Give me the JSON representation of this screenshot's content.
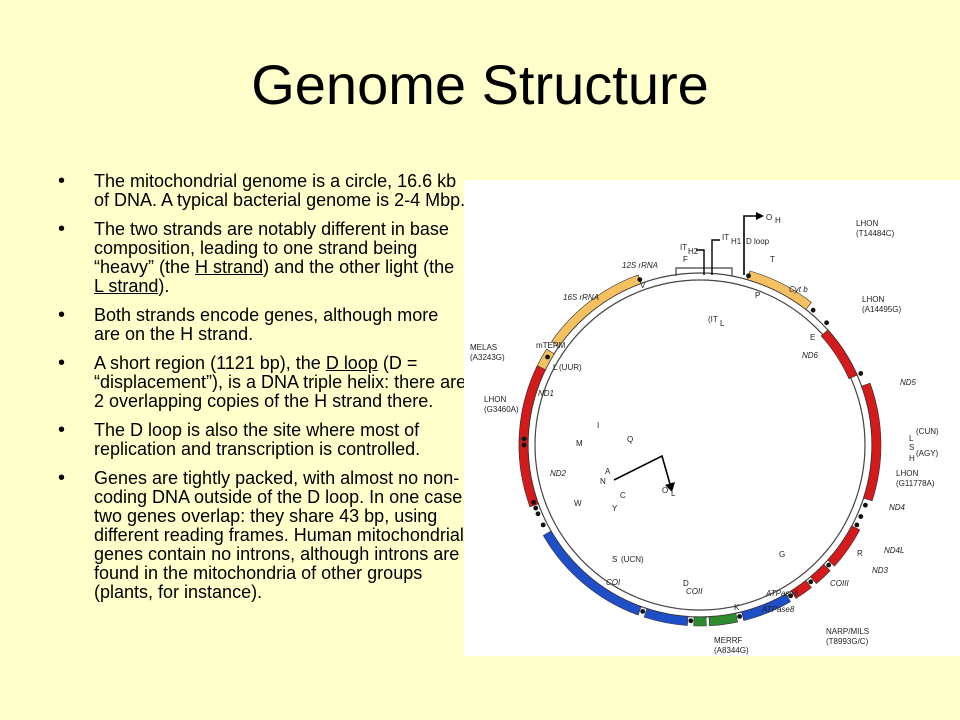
{
  "title": "Genome Structure",
  "bullets": [
    {
      "parts": [
        {
          "t": "The mitochondrial genome is a circle, 16.6 kb of DNA.  A typical bacterial genome is 2-4 Mbp."
        }
      ]
    },
    {
      "parts": [
        {
          "t": "The two strands are notably different in base composition, leading to one strand being “heavy” (the "
        },
        {
          "t": "H strand",
          "u": true
        },
        {
          "t": ") and the other light (the "
        },
        {
          "t": "L strand",
          "u": true
        },
        {
          "t": ")."
        }
      ]
    },
    {
      "parts": [
        {
          "t": "Both strands encode genes, although more are on the H strand."
        }
      ]
    },
    {
      "parts": [
        {
          "t": "A short region (1121 bp), the "
        },
        {
          "t": "D loop",
          "u": true
        },
        {
          "t": " (D = “displacement”), is a DNA triple helix: there are 2 overlapping copies of the H strand there."
        }
      ]
    },
    {
      "parts": [
        {
          "t": "The D loop is also the site where most of replication and transcription is controlled."
        }
      ]
    },
    {
      "parts": [
        {
          "t": "Genes are tightly packed, with almost no non-coding DNA outside of the D loop.  In one case, two genes overlap: they share 43 bp, using different reading frames. Human mitochondrial genes contain no introns, although introns are found in the mitochondria of other groups (plants, for instance)."
        }
      ]
    }
  ],
  "diagram": {
    "colors": {
      "rrna": "#f5c060",
      "red": "#d41a1a",
      "blue": "#1e4fc8",
      "green": "#2e8b2e",
      "dloop": "#ffffff"
    },
    "genes": [
      {
        "label": "12S rRNA",
        "color": "rrna"
      },
      {
        "label": "16S rRNA",
        "color": "rrna"
      },
      {
        "label": "Cyt b",
        "color": "rrna"
      },
      {
        "label": "ND6",
        "color": "red"
      },
      {
        "label": "ND5",
        "color": "red"
      },
      {
        "label": "ND4",
        "color": "red"
      },
      {
        "label": "ND4L",
        "color": "red"
      },
      {
        "label": "ND3",
        "color": "red"
      },
      {
        "label": "COIII",
        "color": "blue"
      },
      {
        "label": "ATPase6",
        "color": "green"
      },
      {
        "label": "ATPase8",
        "color": "green"
      },
      {
        "label": "COII",
        "color": "blue"
      },
      {
        "label": "COI",
        "color": "blue"
      },
      {
        "label": "ND2",
        "color": "red"
      },
      {
        "label": "ND1",
        "color": "red"
      }
    ],
    "trna_labels": [
      "F",
      "V",
      "T",
      "P",
      "E",
      "L",
      "(CUN)",
      "S",
      "(AGY)",
      "H",
      "R",
      "G",
      "K",
      "D",
      "W",
      "A",
      "N",
      "C",
      "Y",
      "M",
      "I",
      "Q",
      "L",
      "(UUR)",
      "S",
      "(UCN)"
    ],
    "origin_labels": {
      "oh": "O",
      "oh_sub": "H",
      "ol": "O",
      "ol_sub": "L",
      "dloop": "D loop",
      "ith1": "IT",
      "ith1_sub": "H1",
      "ith2": "IT",
      "ith2_sub": "H2",
      "itl": "(IT",
      "itl_sub": "L",
      "mterm": "mTERM"
    },
    "mutations": [
      {
        "name": "LHON",
        "code": "(T14484C)"
      },
      {
        "name": "LHON",
        "code": "(A14495G)"
      },
      {
        "name": "LHON",
        "code": "(G11778A)"
      },
      {
        "name": "NARP/MILS",
        "code": "(T8993G/C)"
      },
      {
        "name": "MERRF",
        "code": "(A8344G)"
      },
      {
        "name": "LHON",
        "code": "(G3460A)"
      },
      {
        "name": "MELAS",
        "code": "(A3243G)"
      }
    ]
  }
}
